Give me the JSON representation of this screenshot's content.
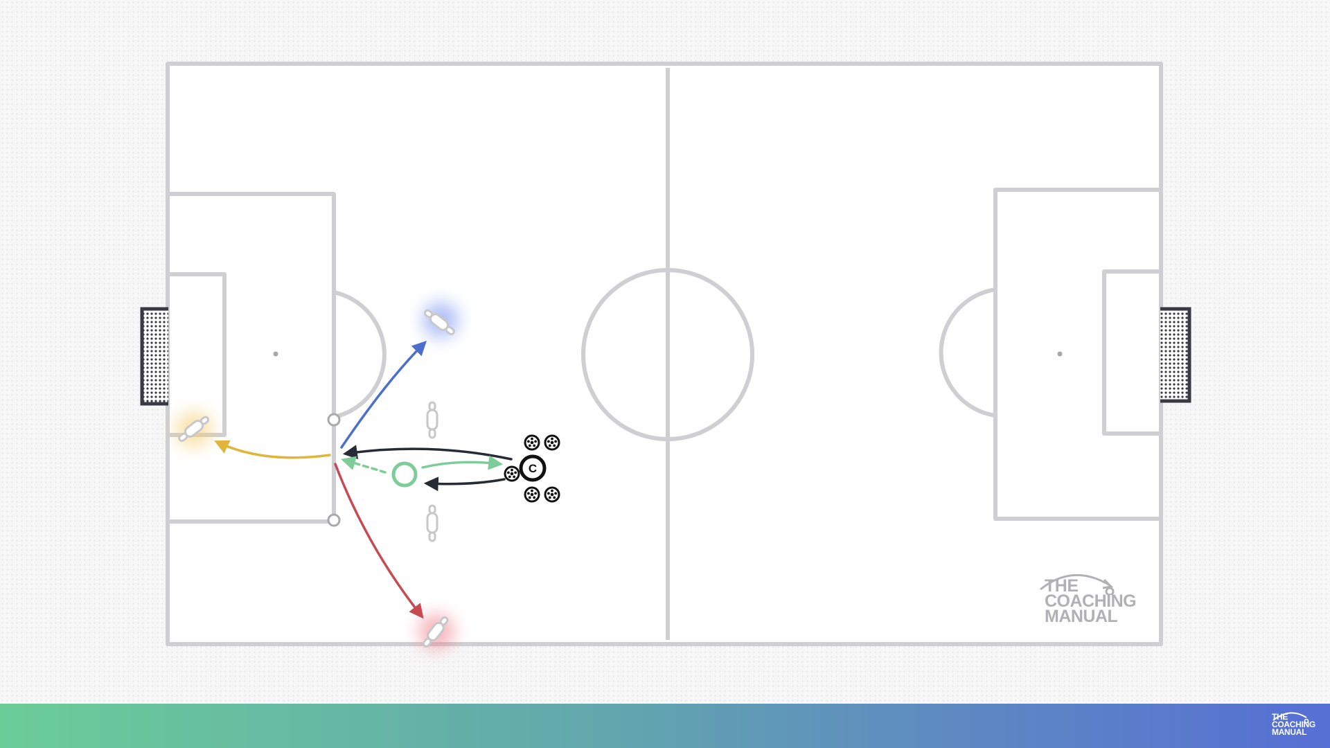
{
  "brand": {
    "logo_lines": [
      "THE",
      "COACHING",
      "MANUAL"
    ]
  },
  "colors": {
    "pitch_line": "#cfcfd3",
    "goal_frame": "#3a3a44",
    "arrow_dark": "#262b36",
    "arrow_green": "#7dcc99",
    "arrow_blue": "#4a6fcf",
    "arrow_red": "#c74a52",
    "arrow_yellow": "#e1b53b",
    "glow_blue": "#6f8ef0",
    "glow_red": "#f07a85",
    "glow_yellow": "#f4cf70",
    "mannequin": "#c7c7cc",
    "gradient_start": "#6acd98",
    "gradient_end": "#566fd4"
  },
  "icons": {
    "ball": "soccer-ball-icon",
    "coach": "coach-icon",
    "mannequin": "mannequin-icon",
    "marker": "marker-cone-icon"
  },
  "coach": {
    "label": "C"
  }
}
